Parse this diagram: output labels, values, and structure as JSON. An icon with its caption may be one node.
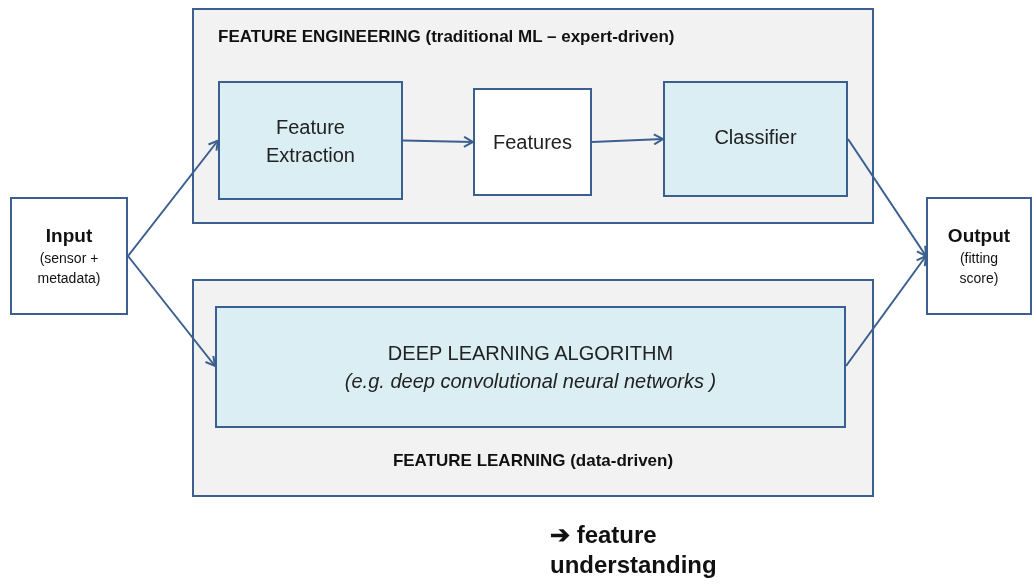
{
  "diagram": {
    "nodes": [
      {
        "text": [
          "Input",
          "(sensor + metadata)"
        ]
      },
      {
        "text": [
          "FEATURE ENGINEERING (traditional ML – expert-driven)"
        ]
      },
      {
        "text": [
          "Feature Extraction"
        ],
        "in": 1
      },
      {
        "text": [
          "Features"
        ],
        "in": 1
      },
      {
        "text": [
          "Classifier"
        ],
        "in": 1
      },
      {
        "text": [
          "FEATURE LEARNING (data-driven)"
        ]
      },
      {
        "text": [
          "DEEP LEARNING ALGORITHM",
          "(e.g. deep convolutional neural networks )"
        ],
        "in": 5
      },
      {
        "text": [
          "Output",
          "(fitting score)"
        ]
      }
    ],
    "edges": [
      {
        "from": 0,
        "to": 2,
        "arrow": "to"
      },
      {
        "from": 0,
        "to": 6,
        "arrow": "to"
      },
      {
        "from": 2,
        "to": 3,
        "arrow": "to"
      },
      {
        "from": 3,
        "to": 4,
        "arrow": "to"
      },
      {
        "from": 4,
        "to": 7,
        "arrow": "to"
      },
      {
        "from": 6,
        "to": 7,
        "arrow": "to"
      }
    ],
    "labels": [
      "➔ feature understanding"
    ]
  }
}
